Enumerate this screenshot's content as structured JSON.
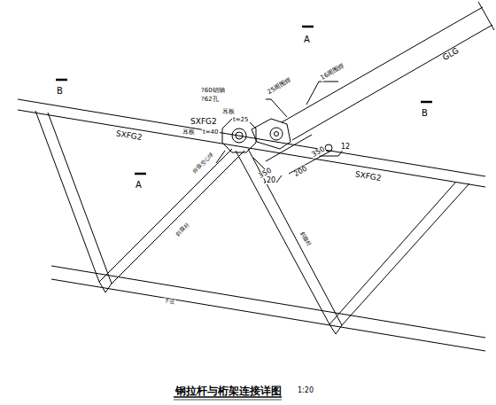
{
  "diagram": {
    "caption": "钢拉杆与桁架连接详图",
    "labels": [
      "A",
      "16周围焊",
      "GLG",
      "25周围焊",
      "?60销轴",
      "?62孔",
      "耳板",
      "t=25",
      "B",
      "B",
      "SXFG2",
      "耳板",
      "t=40",
      "200",
      "350",
      "12",
      "350",
      "20",
      "SXFG2",
      "SXFG2",
      "焊接空心球",
      "A",
      "斜腹杆",
      "斜腹杆",
      "下弦",
      "1:20"
    ]
  }
}
